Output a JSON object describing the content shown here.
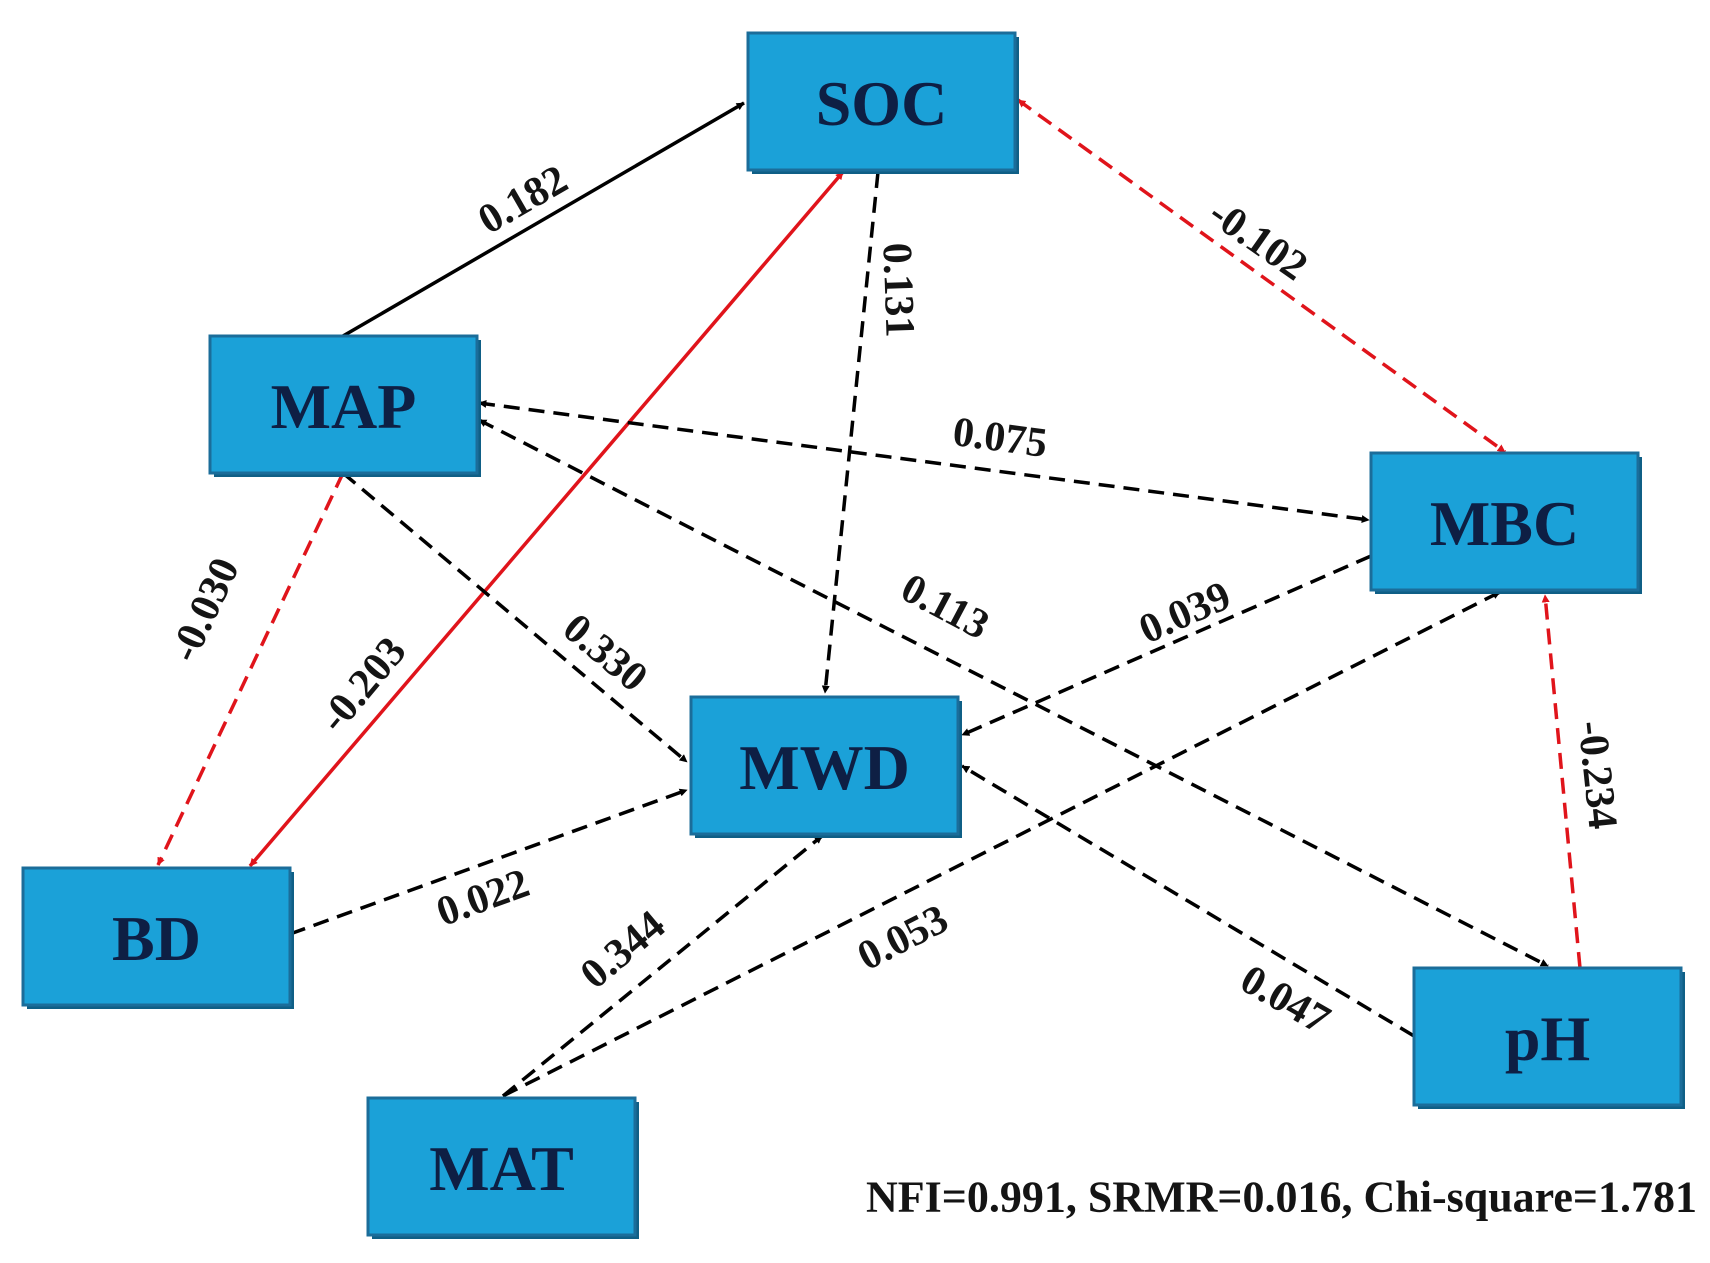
{
  "colors": {
    "node_fill": "#1ba1d8",
    "node_text": "#0e1f44",
    "significant_positive": "#000000",
    "negative": "#e0141b",
    "non_significant": "#000000"
  },
  "nodes": {
    "SOC": {
      "label": "SOC"
    },
    "MAP": {
      "label": "MAP"
    },
    "MBC": {
      "label": "MBC"
    },
    "MWD": {
      "label": "MWD"
    },
    "BD": {
      "label": "BD"
    },
    "MAT": {
      "label": "MAT"
    },
    "pH": {
      "label": "pH"
    }
  },
  "edges": [
    {
      "id": "map-soc",
      "from": "MAP",
      "to": "SOC",
      "coefficient": "0.182",
      "style": "solid",
      "color": "#000000",
      "bidirectional": false
    },
    {
      "id": "soc-mbc",
      "from": "SOC",
      "to": "MBC",
      "coefficient": "-0.102",
      "style": "dashed",
      "color": "#e0141b",
      "bidirectional": true
    },
    {
      "id": "soc-mwd",
      "from": "SOC",
      "to": "MWD",
      "coefficient": "0.131",
      "style": "dashed",
      "color": "#000000",
      "bidirectional": false
    },
    {
      "id": "soc-bd",
      "from": "SOC",
      "to": "BD",
      "coefficient": "-0.203",
      "style": "solid",
      "color": "#e0141b",
      "bidirectional": true
    },
    {
      "id": "map-mbc",
      "from": "MAP",
      "to": "MBC",
      "coefficient": "0.075",
      "style": "dashed",
      "color": "#000000",
      "bidirectional": true
    },
    {
      "id": "map-ph",
      "from": "MAP",
      "to": "pH",
      "coefficient": "0.113",
      "style": "dashed",
      "color": "#000000",
      "bidirectional": true
    },
    {
      "id": "map-mwd",
      "from": "MAP",
      "to": "MWD",
      "coefficient": "0.330",
      "style": "dashed",
      "color": "#000000",
      "bidirectional": false
    },
    {
      "id": "map-bd",
      "from": "MAP",
      "to": "BD",
      "coefficient": "-0.030",
      "style": "dashed",
      "color": "#e0141b",
      "bidirectional": false
    },
    {
      "id": "mbc-mwd",
      "from": "MBC",
      "to": "MWD",
      "coefficient": "0.039",
      "style": "dashed",
      "color": "#000000",
      "bidirectional": false
    },
    {
      "id": "bd-mwd",
      "from": "BD",
      "to": "MWD",
      "coefficient": "0.022",
      "style": "dashed",
      "color": "#000000",
      "bidirectional": false
    },
    {
      "id": "mat-mwd",
      "from": "MAT",
      "to": "MWD",
      "coefficient": "0.344",
      "style": "dashed",
      "color": "#000000",
      "bidirectional": false
    },
    {
      "id": "mat-mbc",
      "from": "MAT",
      "to": "MBC",
      "coefficient": "0.053",
      "style": "dashed",
      "color": "#000000",
      "bidirectional": false
    },
    {
      "id": "ph-mwd",
      "from": "pH",
      "to": "MWD",
      "coefficient": "0.047",
      "style": "dashed",
      "color": "#000000",
      "bidirectional": false
    },
    {
      "id": "ph-mbc",
      "from": "pH",
      "to": "MBC",
      "coefficient": "-0.234",
      "style": "dashed",
      "color": "#e0141b",
      "bidirectional": false
    }
  ],
  "fit_statistics": "NFI=0.991, SRMR=0.016, Chi-square=1.781"
}
